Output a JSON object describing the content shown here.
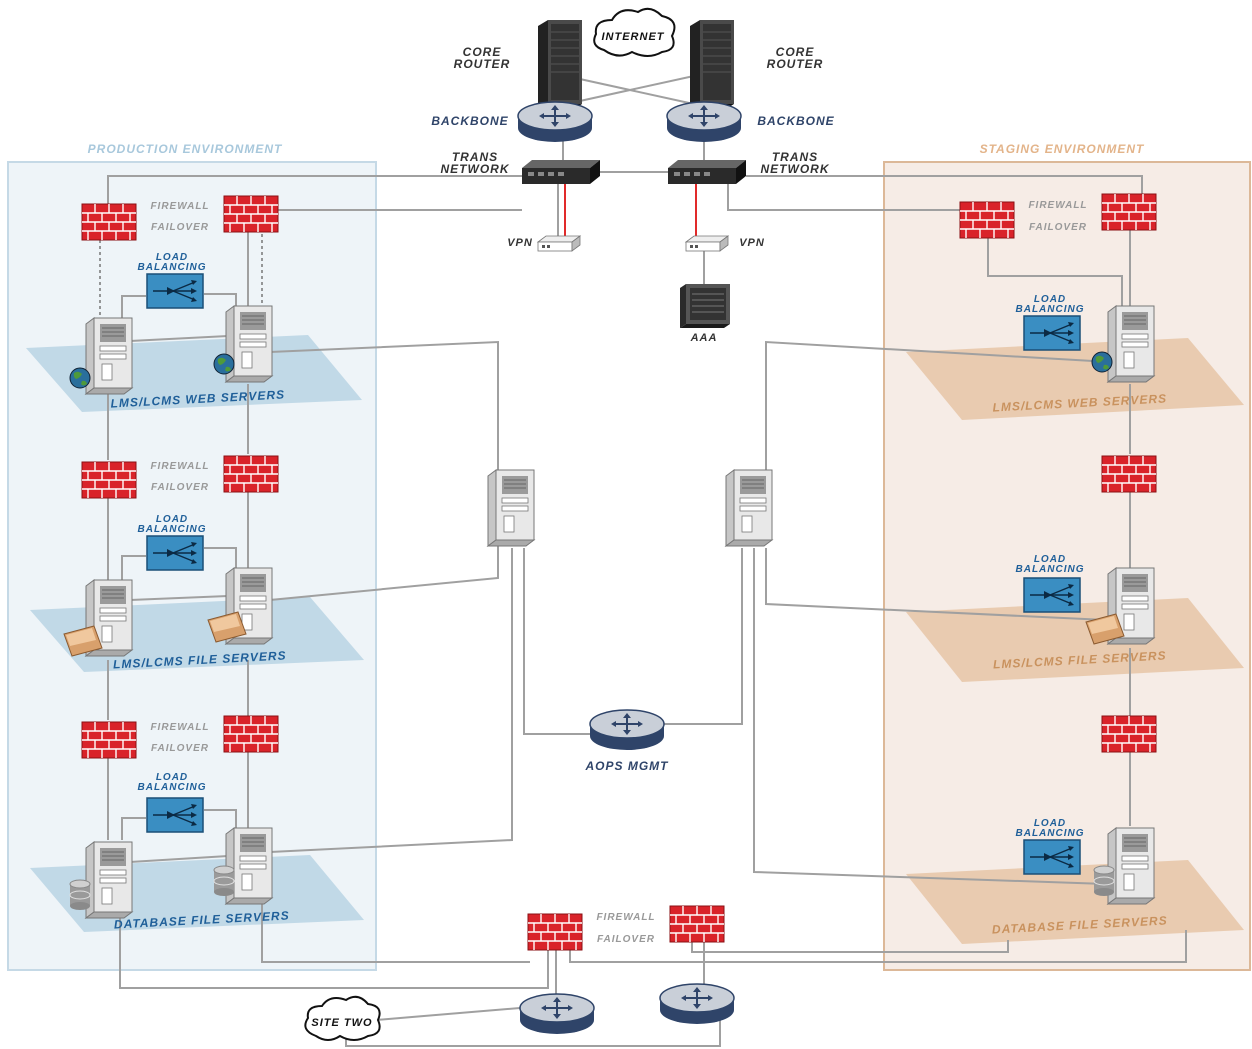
{
  "environments": {
    "production": "PRODUCTION ENVIRONMENT",
    "staging": "STAGING ENVIRONMENT"
  },
  "top": {
    "internet": "INTERNET",
    "core_router_left": [
      "CORE",
      "ROUTER"
    ],
    "core_router_right": [
      "CORE",
      "ROUTER"
    ],
    "backbone_left": "BACKBONE",
    "backbone_right": "BACKBONE",
    "trans_network_left": [
      "TRANS",
      "NETWORK"
    ],
    "trans_network_right": [
      "TRANS",
      "NETWORK"
    ],
    "vpn_left": "VPN",
    "vpn_right": "VPN",
    "aaa": "AAA"
  },
  "labels": {
    "firewall": "FIREWALL",
    "failover": "FAILOVER",
    "load_balancing": [
      "LOAD",
      "BALANCING"
    ],
    "web_servers": "LMS/LCMS WEB SERVERS",
    "file_servers": "LMS/LCMS FILE SERVERS",
    "db_servers": "DATABASE FILE SERVERS",
    "aops_mgmt": "AOPS MGMT",
    "site_two": "SITE TWO"
  },
  "colors": {
    "production_bg": "#eef4f8",
    "production_border": "#c5d9e6",
    "production_title": "#a8c8dc",
    "staging_bg": "#f6ece6",
    "staging_border": "#dcb898",
    "staging_title": "#e3b48a",
    "platform_prod": "#b8d4e4",
    "platform_stage": "#e6c6a6",
    "text_blue": "#1f5f99",
    "text_orange": "#c9925e",
    "text_dark": "#333333",
    "text_grey": "#999999",
    "firewall_red": "#d9232a",
    "router_navy": "#2f4469",
    "loadbalancer_blue": "#3a8ec2"
  },
  "icons": [
    "cloud-icon",
    "server-tower-icon",
    "router-icon",
    "switch-icon",
    "vpn-device-icon",
    "aaa-server-icon",
    "firewall-icon",
    "load-balancer-icon",
    "pc-server-icon",
    "globe-icon",
    "folder-icon",
    "database-icon"
  ]
}
